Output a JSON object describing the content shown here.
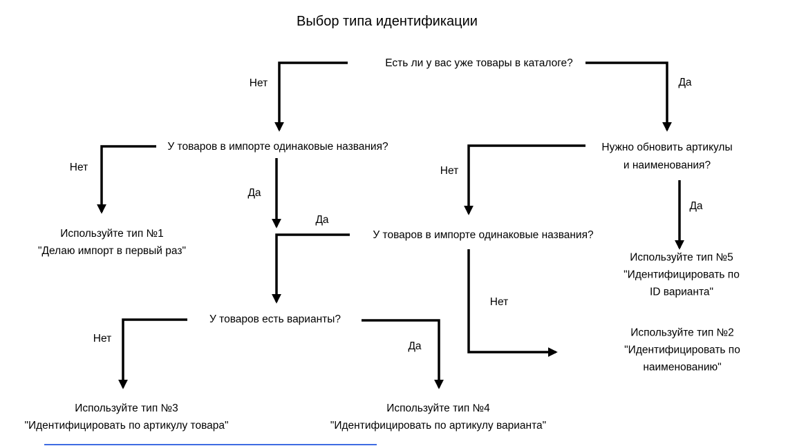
{
  "title": "Выбор типа идентификации",
  "nodes": {
    "q1": {
      "text": "Есть ли у вас уже товары в каталоге?"
    },
    "q2": {
      "text": "У товаров в импорте одинаковые названия?"
    },
    "q3": {
      "text": "Нужно обновить артикулы\nи наименования?"
    },
    "q4": {
      "text": "У товаров в импорте одинаковые названия?"
    },
    "q5": {
      "text": "У товаров есть варианты?"
    },
    "r1": {
      "text": "Используйте тип №1\n\"Делаю импорт в первый раз\""
    },
    "r2": {
      "text": "Используйте тип №2\n\"Идентифицировать по наименованию\""
    },
    "r3": {
      "text": "Используйте тип №3\n\"Идентифицировать по артикулу товара\""
    },
    "r4": {
      "text": "Используйте тип №4\n\"Идентифицировать по артикулу варианта\""
    },
    "r5": {
      "text": "Используйте тип №5\n\"Идентифицировать по ID варианта\""
    }
  },
  "edges": [
    {
      "from": "q1",
      "to": "q2",
      "label": "Нет"
    },
    {
      "from": "q1",
      "to": "q3",
      "label": "Да"
    },
    {
      "from": "q2",
      "to": "r1",
      "label": "Нет"
    },
    {
      "from": "q2",
      "to": "q5",
      "label": "Да"
    },
    {
      "from": "q3",
      "to": "q4",
      "label": "Нет"
    },
    {
      "from": "q3",
      "to": "r5",
      "label": "Да"
    },
    {
      "from": "q4",
      "to": "q5",
      "label": "Да"
    },
    {
      "from": "q4",
      "to": "r2",
      "label": "Нет"
    },
    {
      "from": "q5",
      "to": "r3",
      "label": "Нет"
    },
    {
      "from": "q5",
      "to": "r4",
      "label": "Да"
    }
  ],
  "colors": {
    "line": "#000000",
    "text": "#000000",
    "background": "#ffffff",
    "accent": "#3d6be2"
  }
}
